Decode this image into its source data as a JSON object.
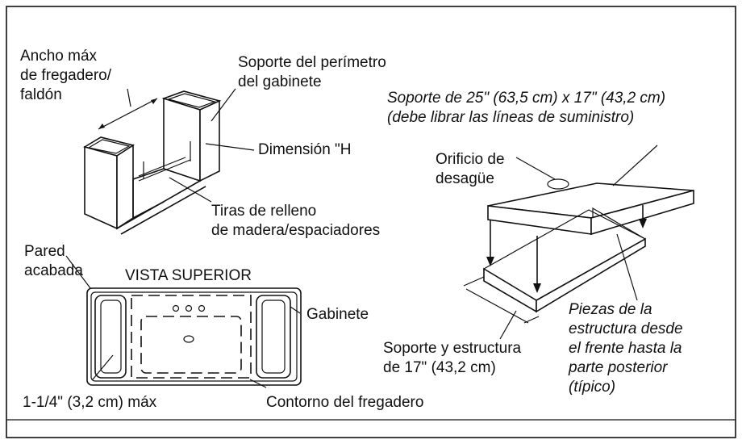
{
  "labels": {
    "ancho": [
      "Ancho máx",
      "de fregadero/",
      "faldón"
    ],
    "soporte_perimetro": [
      "Soporte del perímetro",
      "del gabinete"
    ],
    "dimension_h": "Dimensión \"H",
    "tiras": [
      "Tiras de relleno",
      "de madera/espaciadores"
    ],
    "pared": [
      "Pared",
      "acabada"
    ],
    "vista_superior": "VISTA SUPERIOR",
    "gabinete": "Gabinete",
    "max_gap": "1-1/4\" (3,2 cm) máx",
    "contorno": "Contorno del fregadero",
    "soporte_25": [
      "Soporte de 25\" (63,5 cm) x 17\" (43,2 cm)",
      "(debe librar las líneas de suministro)"
    ],
    "orificio": [
      "Orificio de",
      "desagüe"
    ],
    "soporte_estructura": [
      "Soporte y estructura",
      "de 17\" (43,2 cm)"
    ],
    "piezas": [
      "Piezas de la",
      "estructura desde",
      "el frente hasta la",
      "parte posterior",
      "(típico)"
    ]
  }
}
